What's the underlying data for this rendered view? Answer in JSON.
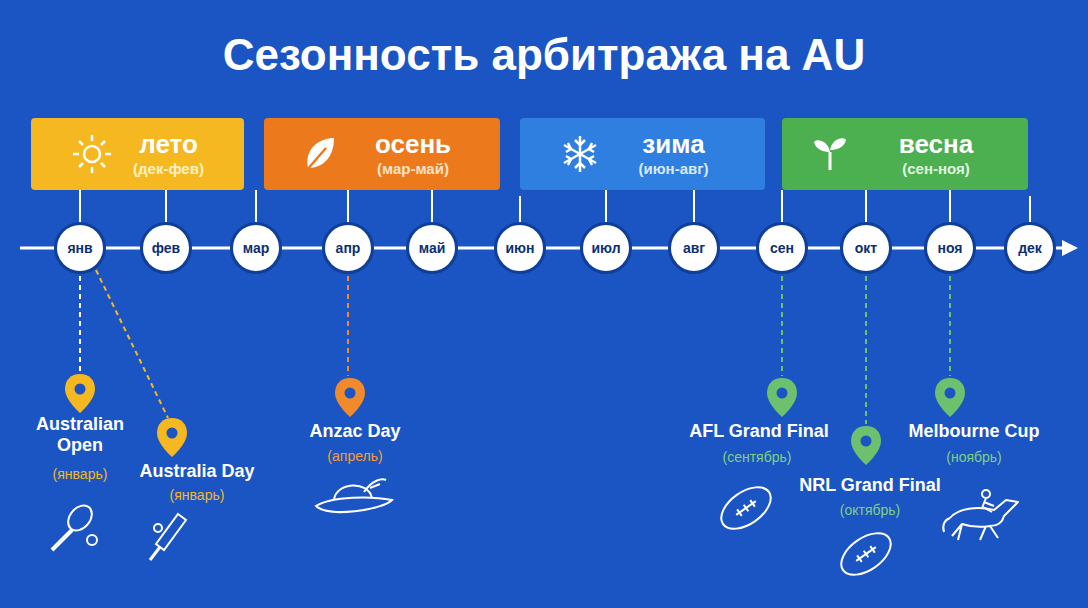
{
  "diagram": {
    "title": "Сезонность арбитража на AU",
    "nodes": [
      {
        "text": [
          "лето",
          "(дек-фев)"
        ]
      },
      {
        "text": [
          "осень",
          "(мар-май)"
        ]
      },
      {
        "text": [
          "зима",
          "(июн-авг)"
        ]
      },
      {
        "text": [
          "весна",
          "(сен-ноя)"
        ]
      },
      {
        "text": [
          "янв"
        ]
      },
      {
        "text": [
          "фев"
        ]
      },
      {
        "text": [
          "мар"
        ]
      },
      {
        "text": [
          "апр"
        ]
      },
      {
        "text": [
          "май"
        ]
      },
      {
        "text": [
          "июн"
        ]
      },
      {
        "text": [
          "июл"
        ]
      },
      {
        "text": [
          "авг"
        ]
      },
      {
        "text": [
          "сен"
        ]
      },
      {
        "text": [
          "окт"
        ]
      },
      {
        "text": [
          "ноя"
        ]
      },
      {
        "text": [
          "дек"
        ]
      }
    ],
    "labels": [
      "Australian Open",
      "(январь)",
      "Australia Day",
      "(январь)",
      "Anzac Day",
      "(апрель)",
      "AFL Grand Final",
      "(сентябрь)",
      "NRL Grand Final",
      "(октябрь)",
      "Melbourne Cup",
      "(ноябрь)"
    ]
  }
}
